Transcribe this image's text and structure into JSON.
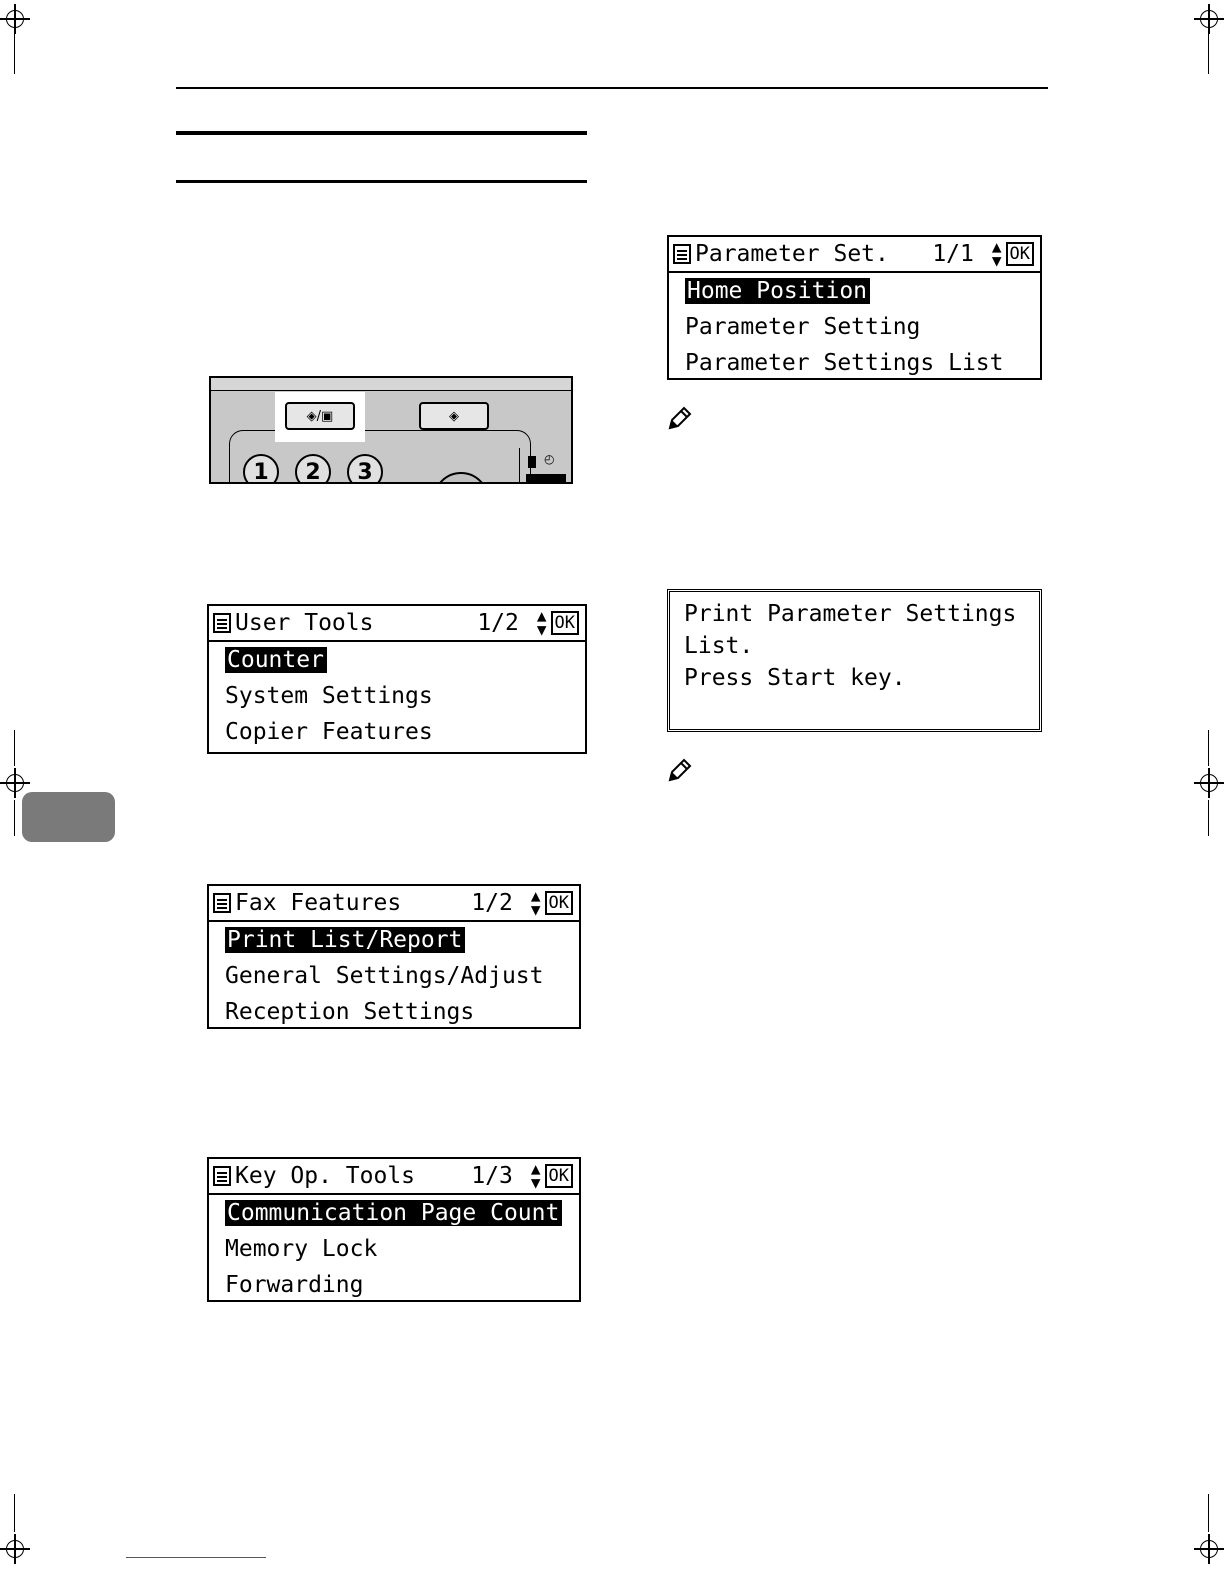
{
  "screens": {
    "user_tools": {
      "title": "User Tools",
      "page": "1/2",
      "ok": "OK",
      "items": [
        "Counter",
        "System Settings",
        "Copier Features"
      ]
    },
    "fax_features": {
      "title": "Fax Features",
      "page": "1/2",
      "ok": "OK",
      "items": [
        "Print List/Report",
        "General Settings/Adjust",
        "Reception Settings"
      ]
    },
    "key_op_tools": {
      "title": "Key Op. Tools",
      "page": "1/3",
      "ok": "OK",
      "items": [
        "Communication Page Count",
        "Memory Lock",
        "Forwarding"
      ]
    },
    "parameter_set": {
      "title": "Parameter Set.",
      "page": "1/1",
      "ok": "OK",
      "items": [
        "Home Position",
        "Parameter Setting",
        "Parameter Settings List"
      ]
    },
    "message": {
      "lines": [
        "Print Parameter Settings",
        "List.",
        "Press Start key."
      ]
    }
  },
  "panel": {
    "numbers": [
      "1",
      "2",
      "3"
    ],
    "icons": [
      "user-tools-counter-key-icon",
      "check-modes-key-icon"
    ]
  },
  "colors": {
    "tab": "#7a7a7a",
    "panel": "#c8c8c8"
  }
}
